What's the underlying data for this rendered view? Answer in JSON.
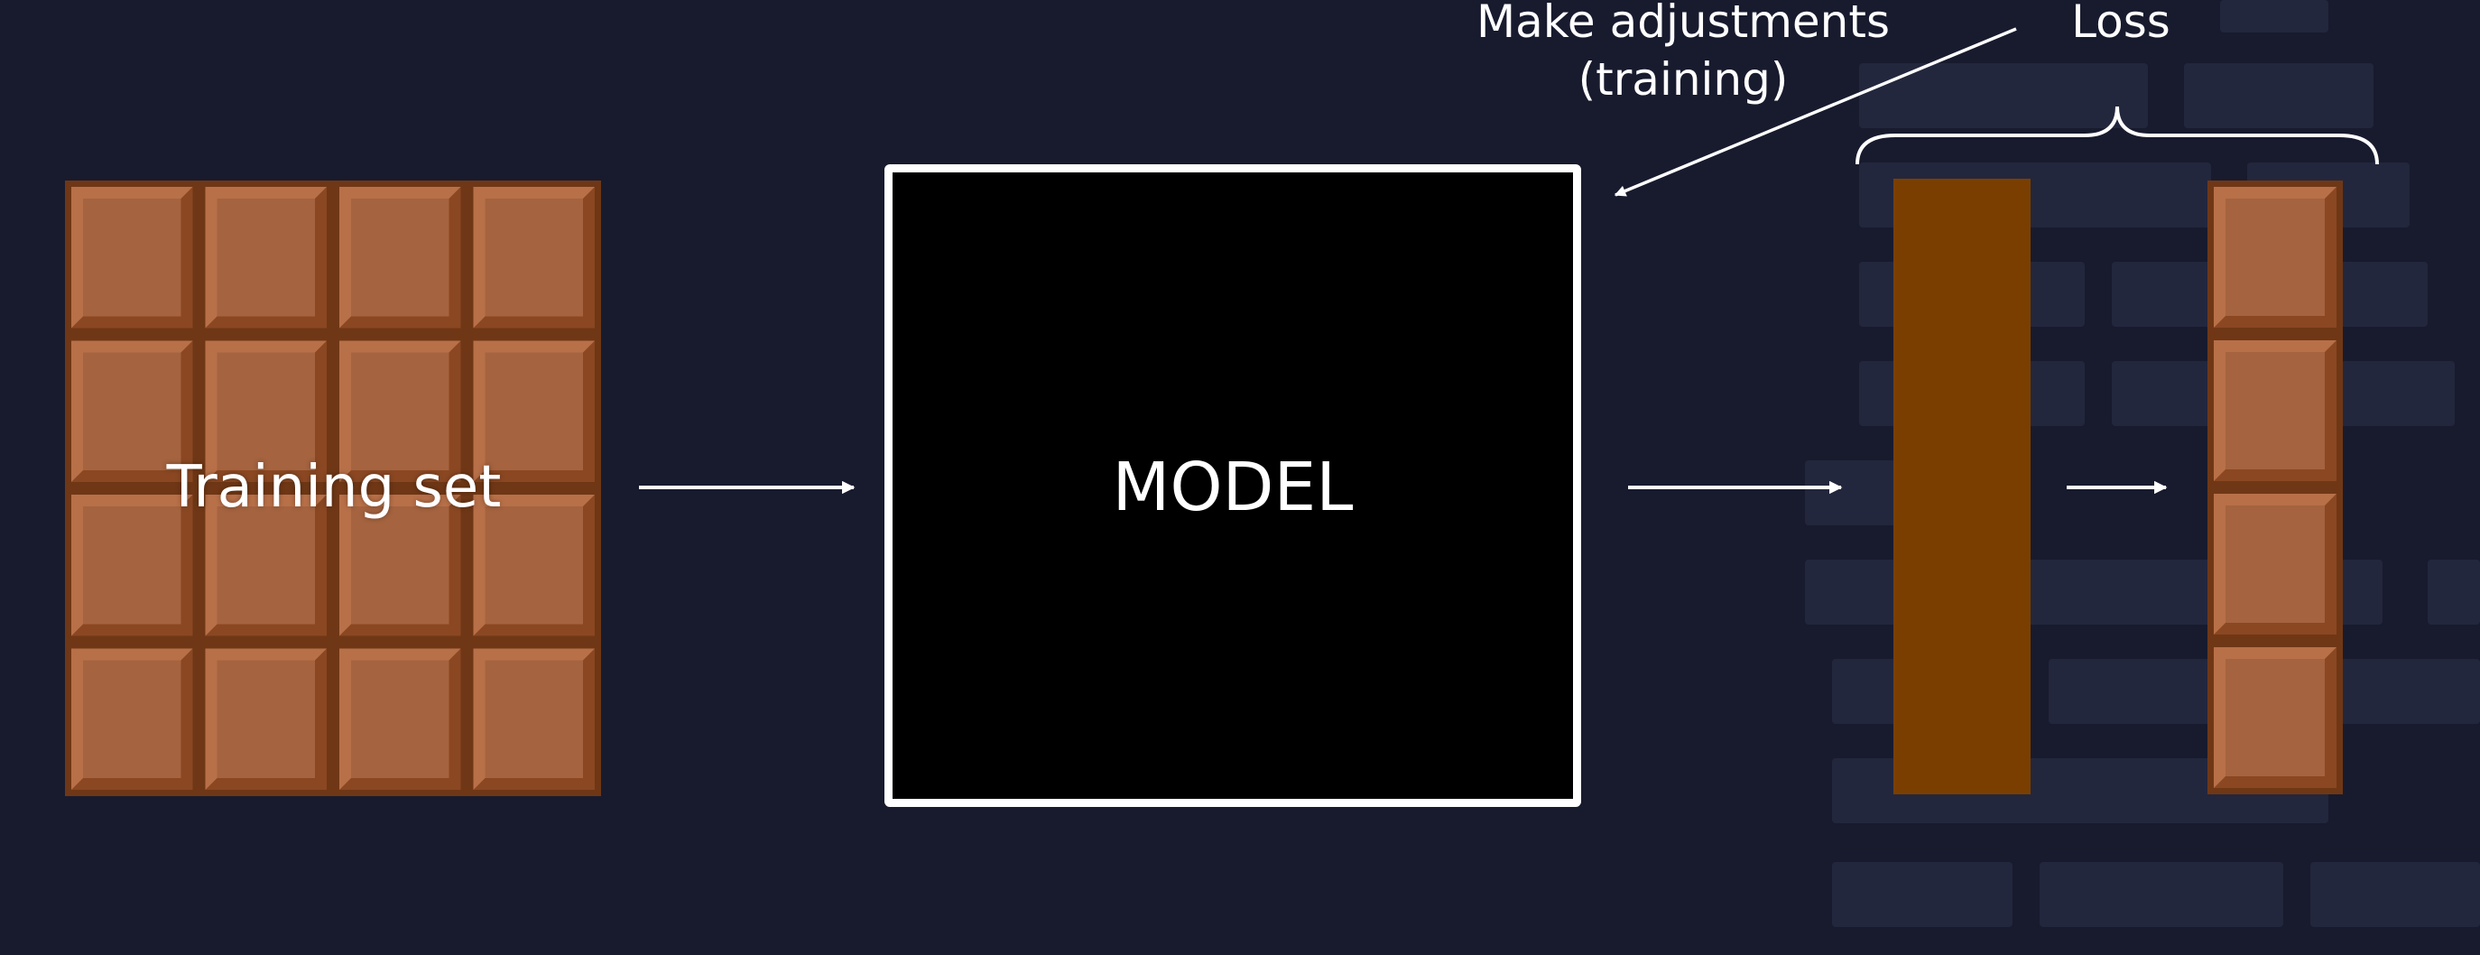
{
  "diagram": {
    "training_set_label": "Training set",
    "model_label": "MODEL",
    "adjustments_label_line1": "Make adjustments",
    "adjustments_label_line2": "(training)",
    "loss_label": "Loss"
  },
  "colors": {
    "background": "#181b2e",
    "background_blocks": "#23273d",
    "chocolate_light": "#a5633f",
    "chocolate_dark": "#6f3715",
    "prediction_bar": "#7a3f00",
    "model_fill": "#000000",
    "outline": "#ffffff"
  }
}
